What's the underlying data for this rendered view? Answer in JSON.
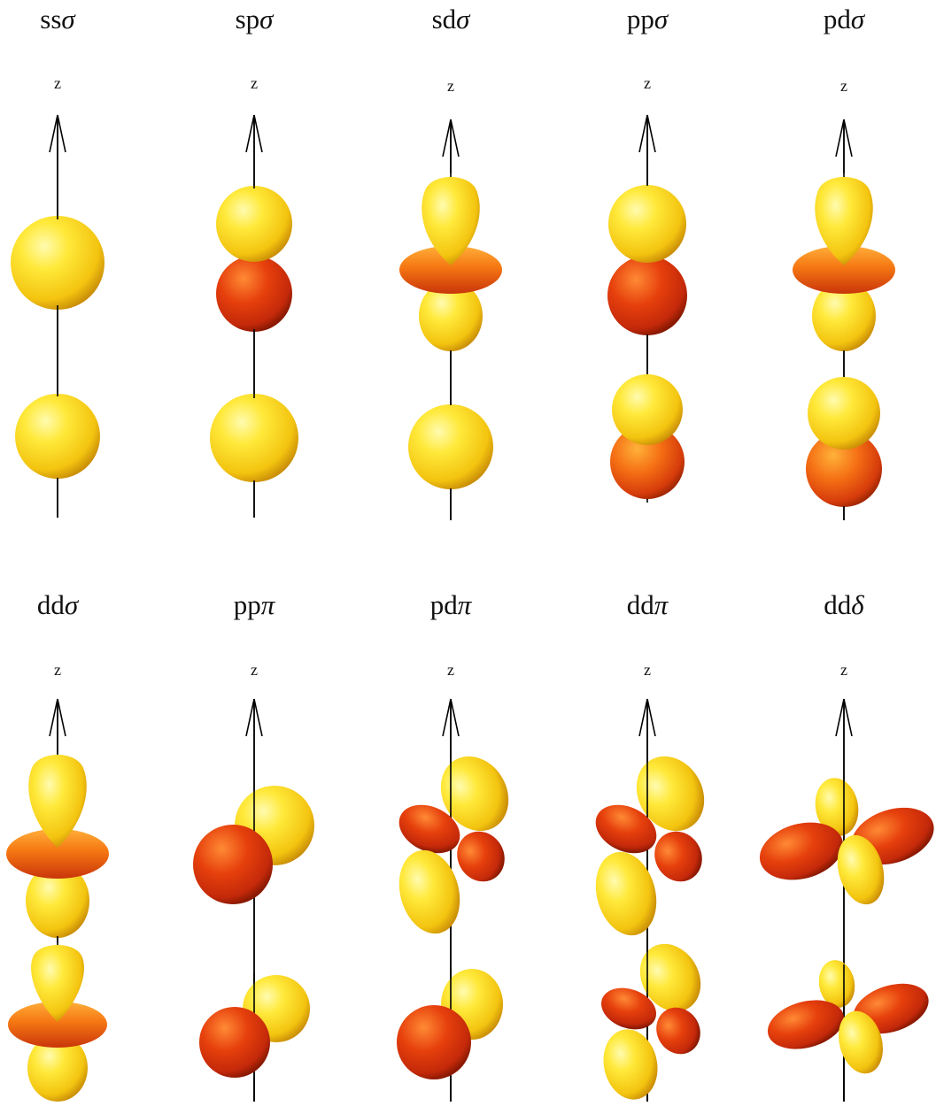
{
  "figure": {
    "axis_label": "z",
    "colors": {
      "positive_lobe": "#f2d21a",
      "negative_lobe": "#e2400f",
      "axis": "#000000"
    },
    "panels": [
      {
        "id": "ss-sigma",
        "prefix": "ss",
        "symbol": "σ",
        "lobes_a": "s",
        "lobes_b": "s"
      },
      {
        "id": "sp-sigma",
        "prefix": "sp",
        "symbol": "σ",
        "lobes_a": "p-z",
        "lobes_b": "s"
      },
      {
        "id": "sd-sigma",
        "prefix": "sd",
        "symbol": "σ",
        "lobes_a": "d-z2",
        "lobes_b": "s"
      },
      {
        "id": "pp-sigma",
        "prefix": "pp",
        "symbol": "σ",
        "lobes_a": "p-z",
        "lobes_b": "p-z"
      },
      {
        "id": "pd-sigma",
        "prefix": "pd",
        "symbol": "σ",
        "lobes_a": "d-z2",
        "lobes_b": "p-z"
      },
      {
        "id": "dd-sigma",
        "prefix": "dd",
        "symbol": "σ",
        "lobes_a": "d-z2",
        "lobes_b": "d-z2"
      },
      {
        "id": "pp-pi",
        "prefix": "pp",
        "symbol": "π",
        "lobes_a": "p-x",
        "lobes_b": "p-x"
      },
      {
        "id": "pd-pi",
        "prefix": "pd",
        "symbol": "π",
        "lobes_a": "d-xz",
        "lobes_b": "p-x"
      },
      {
        "id": "dd-pi",
        "prefix": "dd",
        "symbol": "π",
        "lobes_a": "d-xz",
        "lobes_b": "d-xz"
      },
      {
        "id": "dd-delta",
        "prefix": "dd",
        "symbol": "δ",
        "lobes_a": "d-xy",
        "lobes_b": "d-xy"
      }
    ]
  }
}
